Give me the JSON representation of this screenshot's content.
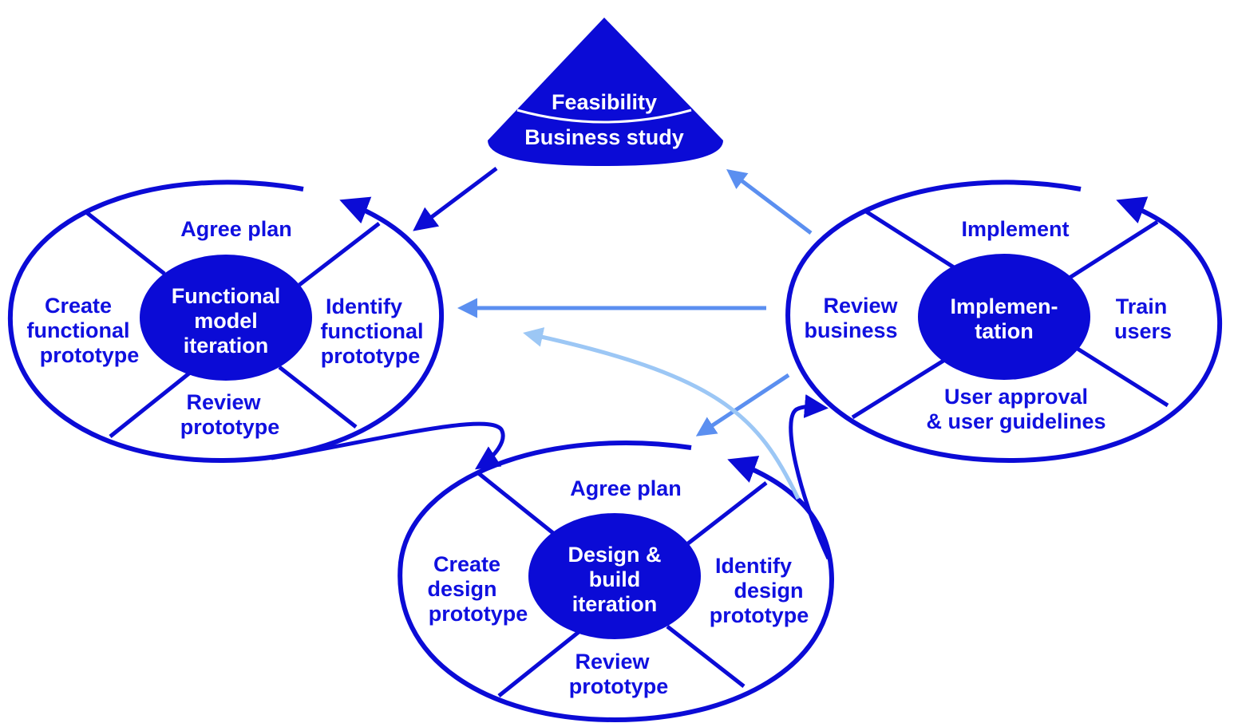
{
  "colors": {
    "primary": "#0b0bd6",
    "arrow_mid": "#5b8ff0",
    "arrow_light": "#9cc7f5",
    "white": "#ffffff"
  },
  "feasibility": {
    "top_label": "Feasibility",
    "bottom_label": "Business study"
  },
  "functional": {
    "center": [
      "Functional",
      "model",
      "iteration"
    ],
    "top": [
      "Agree plan"
    ],
    "left": [
      "Create",
      "functional",
      "prototype"
    ],
    "right": [
      "Identify",
      "functional",
      "prototype"
    ],
    "bottom": [
      "Review",
      "prototype"
    ]
  },
  "implementation": {
    "center": [
      "Implemen-",
      "tation"
    ],
    "top": [
      "Implement"
    ],
    "left": [
      "Review",
      "business"
    ],
    "right": [
      "Train",
      "users"
    ],
    "bottom": [
      "User approval",
      "& user guidelines"
    ]
  },
  "design": {
    "center": [
      "Design &",
      "build",
      "iteration"
    ],
    "top": [
      "Agree plan"
    ],
    "left": [
      "Create",
      "design",
      "prototype"
    ],
    "right": [
      "Identify",
      "design",
      "prototype"
    ],
    "bottom": [
      "Review",
      "prototype"
    ]
  }
}
